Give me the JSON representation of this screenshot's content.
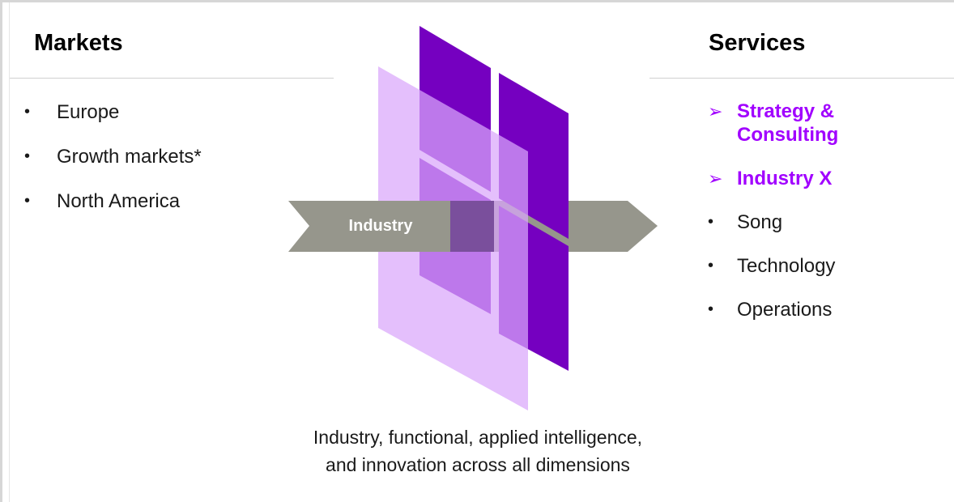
{
  "markets": {
    "heading": "Markets",
    "items": [
      "Europe",
      "Growth markets*",
      "North America"
    ]
  },
  "services": {
    "heading": "Services",
    "items": [
      {
        "label": "Strategy & Consulting",
        "highlight": true
      },
      {
        "label": "Industry X",
        "highlight": true
      },
      {
        "label": "Song",
        "highlight": false
      },
      {
        "label": "Technology",
        "highlight": false
      },
      {
        "label": "Operations",
        "highlight": false
      }
    ]
  },
  "diagram": {
    "arrow_label": "Industry",
    "caption_line1": "Industry, functional, applied intelligence,",
    "caption_line2": "and innovation across all dimensions"
  },
  "colors": {
    "accent_purple": "#a100ff",
    "dark_purple": "#7500c0",
    "light_purple": "#e3bdfc",
    "arrow_gray": "#96968c"
  },
  "icons": {
    "bullet": "•",
    "arrow_bullet": "➢"
  }
}
